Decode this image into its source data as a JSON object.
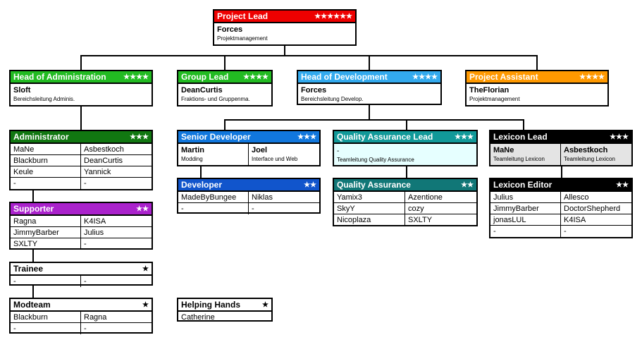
{
  "colors": {
    "project_lead": "#ee0000",
    "head_admin": "#22bb22",
    "group_lead": "#22bb22",
    "head_dev": "#33aaee",
    "project_assistant": "#ff9900",
    "administrator": "#117711",
    "supporter": "#aa22cc",
    "senior_dev": "#1177dd",
    "developer": "#1155cc",
    "qa_lead": "#119999",
    "qa": "#117777",
    "lexicon_lead": "#000000",
    "lexicon_editor": "#000000"
  },
  "project_lead": {
    "title": "Project Lead",
    "stars": "★★★★★★",
    "name": "Forces",
    "desc": "Projektmanagement"
  },
  "head_admin": {
    "title": "Head of Administration",
    "stars": "★★★★",
    "name": "Sloft",
    "desc": "Bereichsleitung Adminis."
  },
  "group_lead": {
    "title": "Group Lead",
    "stars": "★★★★",
    "name": "DeanCurtis",
    "desc": "Fraktions- und Gruppenma."
  },
  "head_dev": {
    "title": "Head of Development",
    "stars": "★★★★",
    "name": "Forces",
    "desc": "Bereichsleitung Develop."
  },
  "project_assistant": {
    "title": "Project Assistant",
    "stars": "★★★★",
    "name": "TheFlorian",
    "desc": "Projektmanagement"
  },
  "administrator": {
    "title": "Administrator",
    "stars": "★★★",
    "cells": [
      "MaNe",
      "Asbestkoch",
      "Blackburn",
      "DeanCurtis",
      "Keule",
      "Yannick",
      "-",
      "-"
    ]
  },
  "supporter": {
    "title": "Supporter",
    "stars": "★★",
    "cells": [
      "Ragna",
      "K4ISA",
      "JimmyBarber",
      "Julius",
      "SXLTY",
      "-"
    ]
  },
  "trainee": {
    "title": "Trainee",
    "stars": "★",
    "cells": [
      "-",
      "-"
    ]
  },
  "modteam": {
    "title": "Modteam",
    "stars": "★",
    "cells": [
      "Blackburn",
      "Ragna",
      "-",
      "-"
    ]
  },
  "senior_dev": {
    "title": "Senior Developer",
    "stars": "★★★",
    "members": [
      {
        "name": "Martin",
        "desc": "Modding"
      },
      {
        "name": "Joel",
        "desc": "Interface und Web"
      }
    ]
  },
  "developer": {
    "title": "Developer",
    "stars": "★★",
    "cells": [
      "MadeByBungee",
      "Niklas",
      "-",
      "-"
    ]
  },
  "helping_hands": {
    "title": "Helping Hands",
    "stars": "★",
    "cells": [
      "Catherine"
    ]
  },
  "qa_lead": {
    "title": "Quality Assurance Lead",
    "stars": "★★★",
    "name": "-",
    "desc": "Teamleitung Quality Assurance"
  },
  "qa": {
    "title": "Quality Assurance",
    "stars": "★★",
    "cells": [
      "Yamix3",
      "Azentione",
      "SkyY",
      "cozy",
      "Nicoplaza",
      "SXLTY"
    ]
  },
  "lexicon_lead": {
    "title": "Lexicon Lead",
    "stars": "★★★",
    "members": [
      {
        "name": "MaNe",
        "desc": "Teamleitung Lexicon"
      },
      {
        "name": "Asbestkoch",
        "desc": "Teamleitung Lexicon"
      }
    ]
  },
  "lexicon_editor": {
    "title": "Lexicon Editor",
    "stars": "★★",
    "cells": [
      "Julius",
      "Allesco",
      "JimmyBarber",
      "DoctorShepherd",
      "jonasLUL",
      "K4ISA",
      "-",
      "-"
    ]
  }
}
